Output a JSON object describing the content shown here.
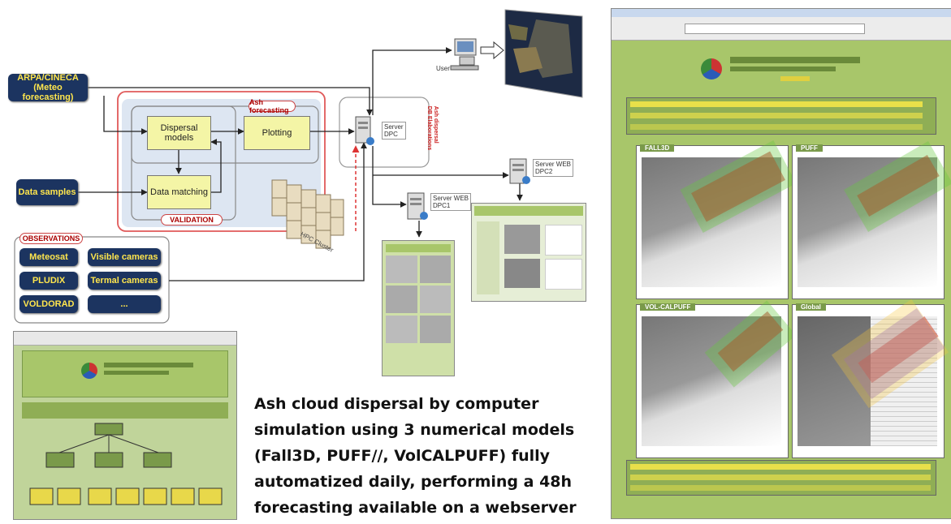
{
  "nodes": {
    "arpa": "ARPA/CINECA\n(Meteo forecasting)",
    "data_samples": "Data samples",
    "dispersal": "Dispersal\nmodels",
    "plotting": "Plotting",
    "data_matching": "Data matching",
    "ash_forecasting": "Ash forecasting",
    "validation": "VALIDATION",
    "hpc_cluster": "HPC Cluster",
    "observations_title": "OBSERVATIONS",
    "obs": [
      "Meteosat",
      "Visible cameras",
      "PLUDIX",
      "Termal cameras",
      "VOLDORAD",
      "..."
    ],
    "user": "User",
    "server_dpc": "Server\nDPC",
    "storage": "Ash dispersal\nDB Elaborations",
    "server_web_dpc1": "Server WEB\nDPC1",
    "server_web_dpc2": "Server WEB\nDPC2"
  },
  "screenshots": {
    "right_models": [
      "FALL3D",
      "PUFF",
      "VOL-CALPUFF",
      "Global"
    ]
  },
  "caption": [
    "Ash cloud dispersal by computer",
    "simulation using 3 numerical models",
    "(Fall3D, PUFF//, VolCALPUFF) fully",
    "automatized daily, performing a 48h",
    "forecasting available on a webserver"
  ],
  "colors": {
    "navy": "#1c3460",
    "yellow_text": "#ffe64d",
    "green_page": "#a8c66a",
    "box_yellow": "#f4f5a6",
    "red_border": "#e05a5a"
  }
}
